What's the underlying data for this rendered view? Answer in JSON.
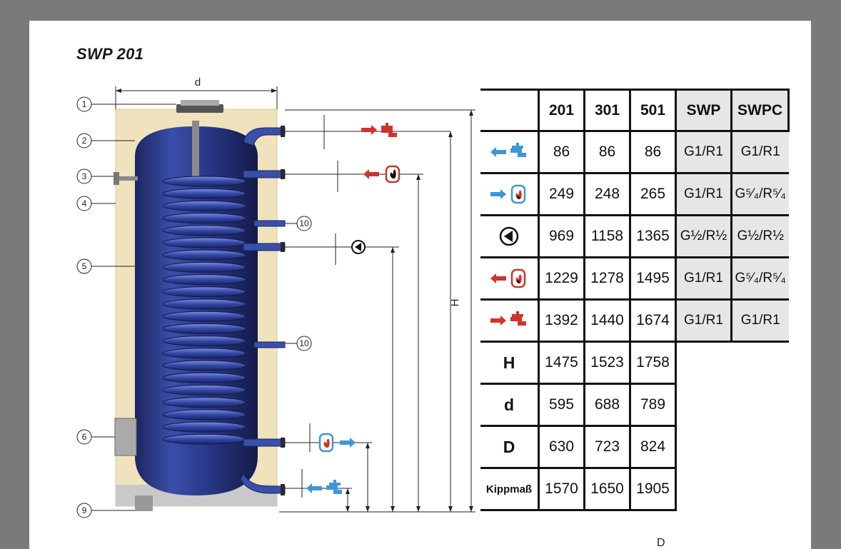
{
  "document": {
    "title": "SWP 201",
    "dimension_labels": {
      "d": "d",
      "H": "H",
      "D": "D"
    },
    "callouts": [
      "1",
      "2",
      "3",
      "4",
      "5",
      "6",
      "9",
      "10",
      "10"
    ]
  },
  "table": {
    "header": [
      "",
      "201",
      "301",
      "501",
      "SWP",
      "SWPC"
    ],
    "rows": [
      {
        "icon": "cold-water-in-icon",
        "values": [
          "86",
          "86",
          "86"
        ],
        "swp": "G1/R1",
        "swpc": "G1/R1"
      },
      {
        "icon": "heating-flow-in-icon",
        "values": [
          "249",
          "248",
          "265"
        ],
        "swp": "G1/R1",
        "swpc": "G⁵⁄₄/R⁵⁄₄"
      },
      {
        "icon": "circulation-pump-icon",
        "values": [
          "969",
          "1158",
          "1365"
        ],
        "swp": "G½/R½",
        "swpc": "G½/R½"
      },
      {
        "icon": "heating-return-out-icon",
        "values": [
          "1229",
          "1278",
          "1495"
        ],
        "swp": "G1/R1",
        "swpc": "G⁵⁄₄/R⁵⁄₄"
      },
      {
        "icon": "hot-water-out-icon",
        "values": [
          "1392",
          "1440",
          "1674"
        ],
        "swp": "G1/R1",
        "swpc": "G1/R1"
      },
      {
        "label": "H",
        "values": [
          "1475",
          "1523",
          "1758"
        ]
      },
      {
        "label": "d",
        "values": [
          "595",
          "688",
          "789"
        ]
      },
      {
        "label": "D",
        "values": [
          "630",
          "723",
          "824"
        ]
      },
      {
        "label": "Kippmaß",
        "values": [
          "1570",
          "1650",
          "1905"
        ]
      }
    ]
  },
  "colors": {
    "cold": "#3f96d6",
    "hot": "#d0342c",
    "tank": "#2a3a8a",
    "insulation": "#efe2bd"
  }
}
